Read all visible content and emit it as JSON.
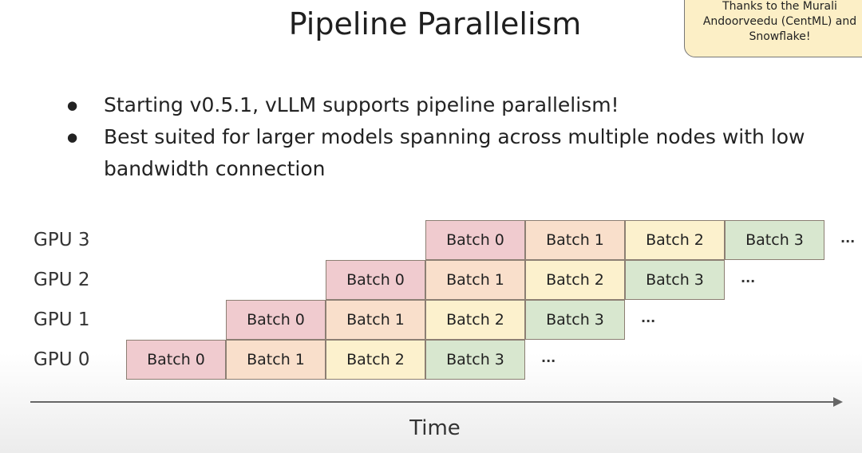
{
  "slide": {
    "title": "Pipeline Parallelism",
    "note": "Thanks to the Murali Andoorveedu (CentML) and Snowflake!",
    "bullets": [
      "Starting v0.5.1, vLLM supports pipeline parallelism!",
      "Best suited for larger models spanning across multiple nodes with low bandwidth connection"
    ]
  },
  "diagram": {
    "rows": [
      {
        "label": "GPU 3",
        "start_step": 3,
        "batches": [
          "Batch 0",
          "Batch 1",
          "Batch 2",
          "Batch 3"
        ]
      },
      {
        "label": "GPU 2",
        "start_step": 2,
        "batches": [
          "Batch 0",
          "Batch 1",
          "Batch 2",
          "Batch 3"
        ]
      },
      {
        "label": "GPU 1",
        "start_step": 1,
        "batches": [
          "Batch 0",
          "Batch 1",
          "Batch 2",
          "Batch 3"
        ]
      },
      {
        "label": "GPU 0",
        "start_step": 0,
        "batches": [
          "Batch 0",
          "Batch 1",
          "Batch 2",
          "Batch 3"
        ]
      }
    ],
    "continuation": "...",
    "batch_colors": [
      "#f0cbcf",
      "#f9dfcb",
      "#fcf1cd",
      "#d8e7cf"
    ],
    "axis_label": "Time"
  }
}
